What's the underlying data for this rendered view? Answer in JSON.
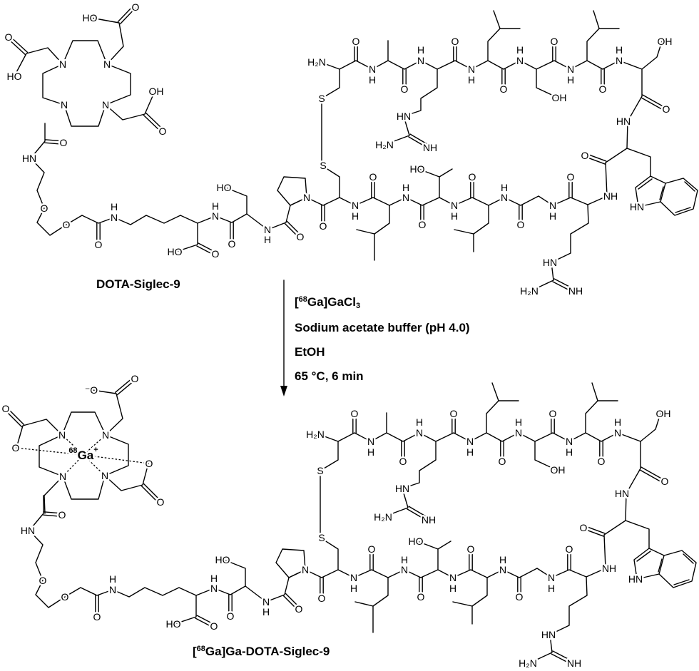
{
  "reactant": {
    "name": "DOTA-Siglec-9",
    "dota_atoms": [
      "HO",
      "O",
      "N",
      "N",
      "N",
      "N",
      "O",
      "HO",
      "OH",
      "O"
    ]
  },
  "product": {
    "name_pre": "[",
    "name_iso": "68",
    "name_post": "Ga]Ga-DOTA-Siglec-9",
    "dota_atoms": [
      "⁻O",
      "O",
      "N",
      "N",
      "N",
      "N",
      "O",
      "O",
      "O",
      "O"
    ],
    "metal": {
      "iso": "68",
      "symbol": "Ga",
      "charge": "+"
    }
  },
  "peptide_atoms": [
    "H₂N",
    "S",
    "S",
    "O",
    "N",
    "H",
    "O",
    "N",
    "H",
    "HN",
    "H₂N",
    "NH",
    "O",
    "N",
    "H",
    "O",
    "N",
    "H",
    "OH",
    "O",
    "N",
    "H",
    "O",
    "N",
    "H",
    "OH",
    "O",
    "HN",
    "O",
    "NH",
    "HN",
    "N",
    "H",
    "O",
    "O",
    "N",
    "H",
    "O",
    "N",
    "H",
    "HO",
    "O",
    "N",
    "H",
    "O",
    "N",
    "H",
    "O",
    "N",
    "O",
    "N",
    "H",
    "O",
    "HO",
    "N",
    "H",
    "HN",
    "H₂N",
    "NH",
    "HO",
    "O",
    "N",
    "H",
    "O",
    "O",
    "O",
    "HN",
    "O"
  ],
  "conditions": {
    "reagent_pre": "[",
    "reagent_iso": "68",
    "reagent_mid": "Ga]GaCl",
    "reagent_sub": "3",
    "buffer": "Sodium acetate buffer (pH 4.0)",
    "solvent": "EtOH",
    "temp_time": "65 °C, 6 min"
  }
}
